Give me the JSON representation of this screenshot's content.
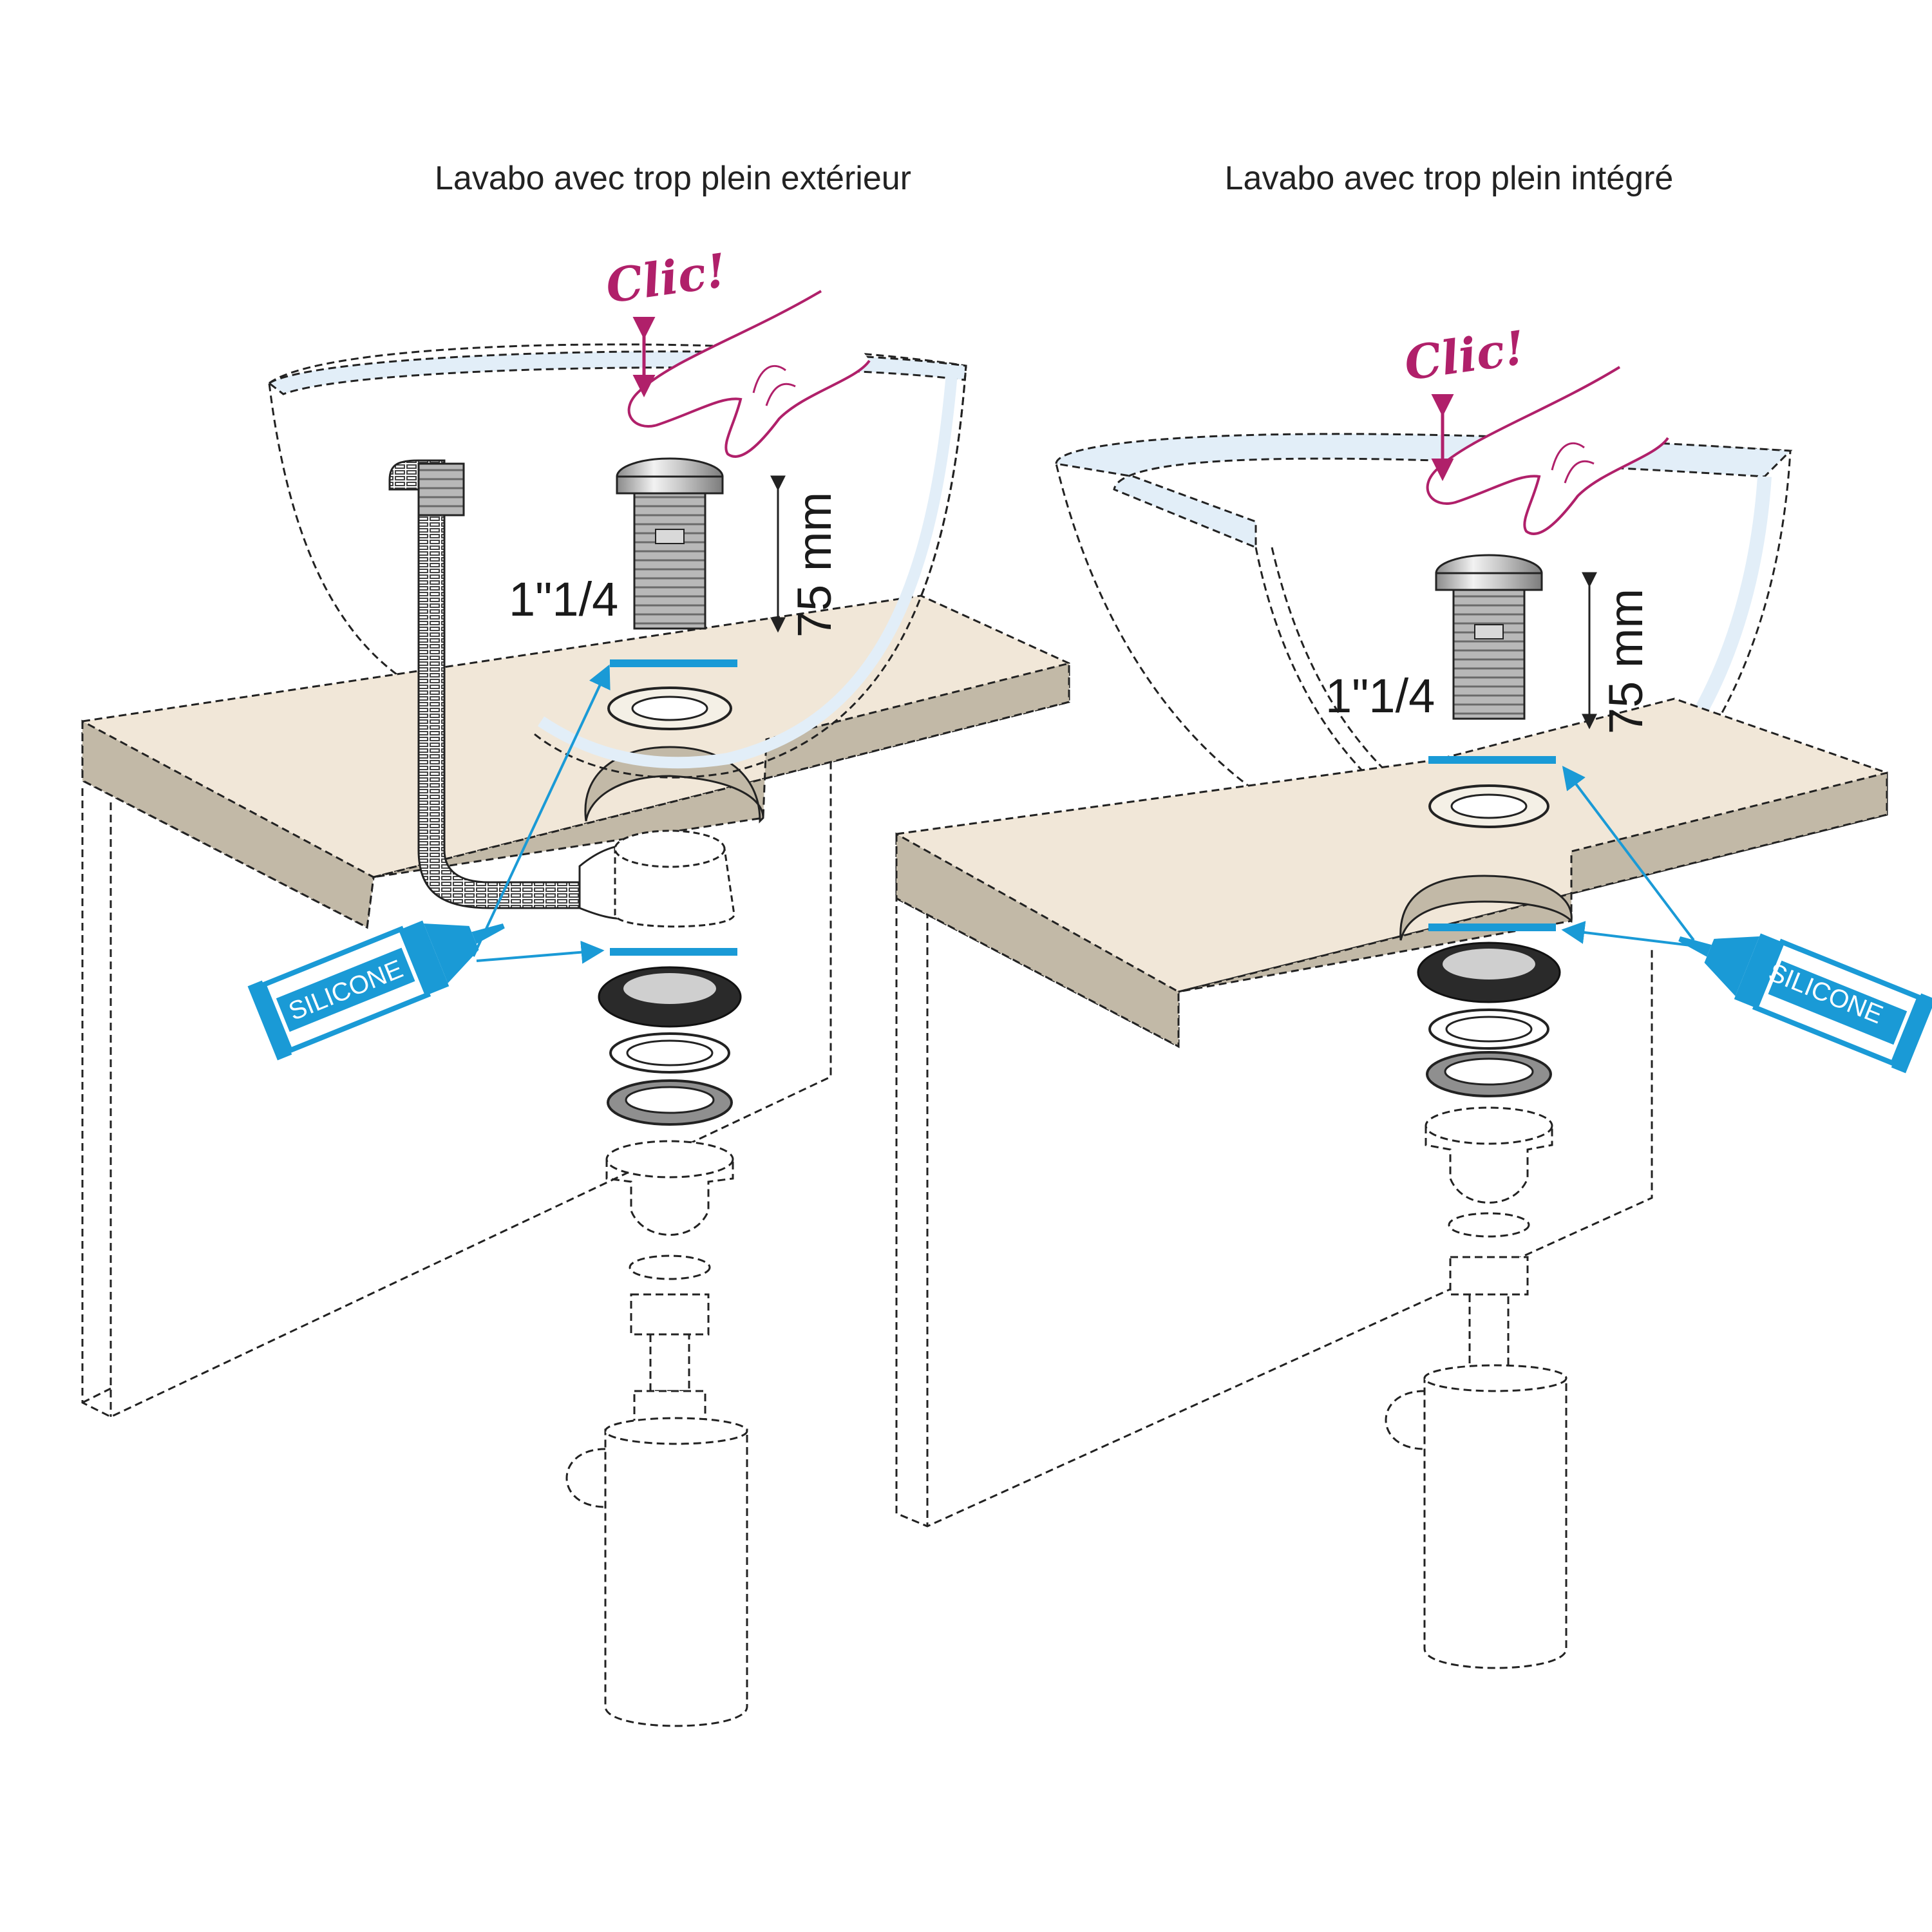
{
  "panels": [
    {
      "title": "Lavabo avec trop plein extérieur",
      "click_label": "Clic!",
      "thread_size": "1\"1/4",
      "height": "75 mm",
      "sealant_label": "SILICONE"
    },
    {
      "title": "Lavabo avec trop plein intégré",
      "click_label": "Clic!",
      "thread_size": "1\"1/4",
      "height": "75 mm",
      "sealant_label": "SILICONE"
    }
  ],
  "colors": {
    "countertop": "#f1e7d8",
    "countertop_edge": "#c2b9a7",
    "silicone_blue": "#1a9ad6",
    "click_accent": "#b0206a",
    "basin_rim": "#e2eef8"
  }
}
